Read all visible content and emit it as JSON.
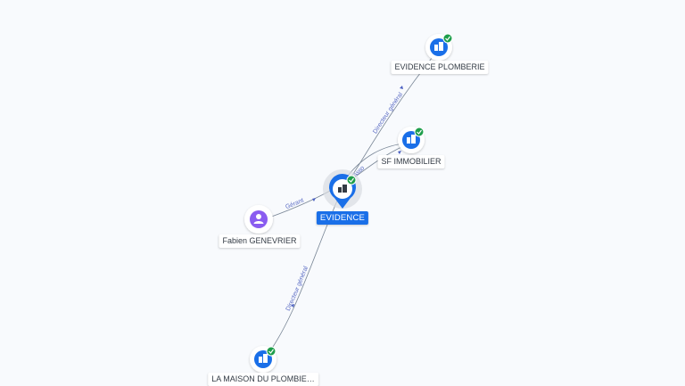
{
  "colors": {
    "company_blue": "#1a6fe8",
    "person_purple": "#8a5cf0",
    "verified_green": "#1e9e4b",
    "edge_label": "#5b6cc4"
  },
  "nodes": {
    "main": {
      "label": "EVIDENCE",
      "icon": "building-icon",
      "verified": true
    },
    "plomberie": {
      "label": "EVIDENCE PLOMBERIE",
      "icon": "building-icon",
      "verified": true
    },
    "immobilier": {
      "label": "SF IMMOBILIER",
      "icon": "building-icon",
      "verified": true
    },
    "person": {
      "label": "Fabien GENEVRIER",
      "icon": "person-icon"
    },
    "maison": {
      "label": "LA MAISON DU PLOMBIE…",
      "icon": "building-icon",
      "verified": true
    }
  },
  "edges": {
    "plomberie": {
      "label": "Directeur général"
    },
    "immobilier": {
      "label": "Asso"
    },
    "person": {
      "label": "Gérant"
    },
    "maison": {
      "label": "Directeur général"
    }
  }
}
